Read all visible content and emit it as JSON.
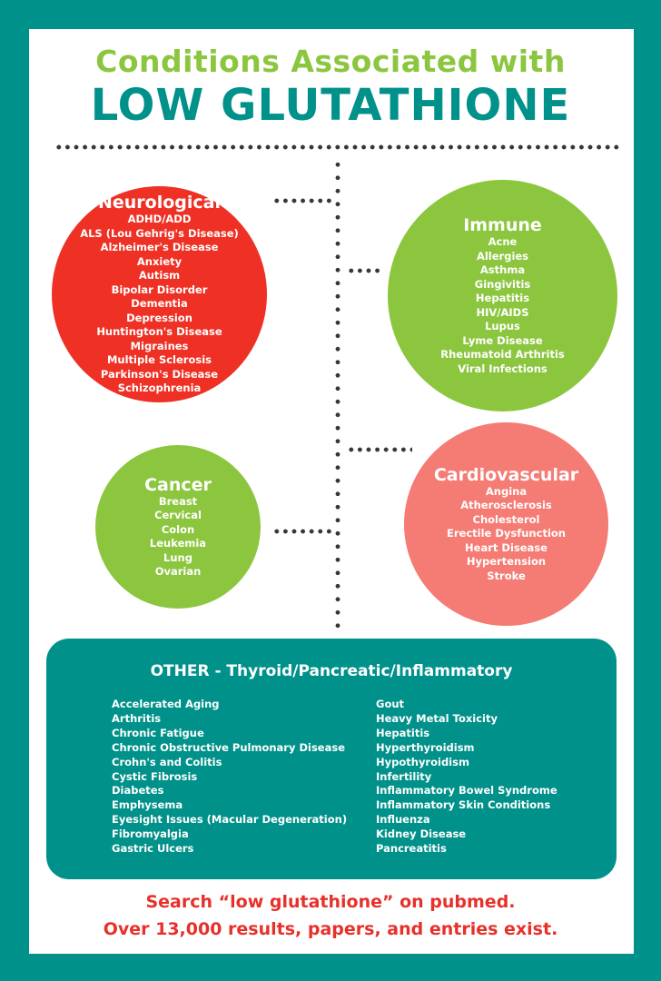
{
  "title": {
    "line1": "Conditions Associated with",
    "line2": "LOW GLUTATHIONE"
  },
  "colors": {
    "teal": "#00918a",
    "green": "#8cc63f",
    "red": "#ee3124",
    "pink": "#f47c74"
  },
  "neurological": {
    "title": "Neurological",
    "items": [
      "ADHD/ADD",
      "ALS (Lou Gehrig's Disease)",
      "Alzheimer's Disease",
      "Anxiety",
      "Autism",
      "Bipolar Disorder",
      "Dementia",
      "Depression",
      "Huntington's Disease",
      "Migraines",
      "Multiple Sclerosis",
      "Parkinson's Disease",
      "Schizophrenia"
    ]
  },
  "immune": {
    "title": "Immune",
    "items": [
      "Acne",
      "Allergies",
      "Asthma",
      "Gingivitis",
      "Hepatitis",
      "HIV/AIDS",
      "Lupus",
      "Lyme Disease",
      "Rheumatoid Arthritis",
      "Viral Infections"
    ]
  },
  "cancer": {
    "title": "Cancer",
    "items": [
      "Breast",
      "Cervical",
      "Colon",
      "Leukemia",
      "Lung",
      "Ovarian"
    ]
  },
  "cardiovascular": {
    "title": "Cardiovascular",
    "items": [
      "Angina",
      "Atherosclerosis",
      "Cholesterol",
      "Erectile Dysfunction",
      "Heart Disease",
      "Hypertension",
      "Stroke"
    ]
  },
  "other": {
    "title": "OTHER - Thyroid/Pancreatic/Inflammatory",
    "left": [
      "Accelerated Aging",
      "Arthritis",
      "Chronic Fatigue",
      "Chronic Obstructive Pulmonary Disease",
      "Crohn's and Colitis",
      "Cystic Fibrosis",
      "Diabetes",
      "Emphysema",
      "Eyesight Issues (Macular Degeneration)",
      "Fibromyalgia",
      "Gastric Ulcers"
    ],
    "right": [
      "Gout",
      "Heavy Metal Toxicity",
      "Hepatitis",
      "Hyperthyroidism",
      "Hypothyroidism",
      "Infertility",
      "Inflammatory Bowel Syndrome",
      "Inflammatory Skin Conditions",
      "Influenza",
      "Kidney Disease",
      "Pancreatitis"
    ]
  },
  "footer": {
    "line1": "Search “low glutathione” on pubmed.",
    "line2": "Over 13,000 results, papers, and entries exist."
  }
}
